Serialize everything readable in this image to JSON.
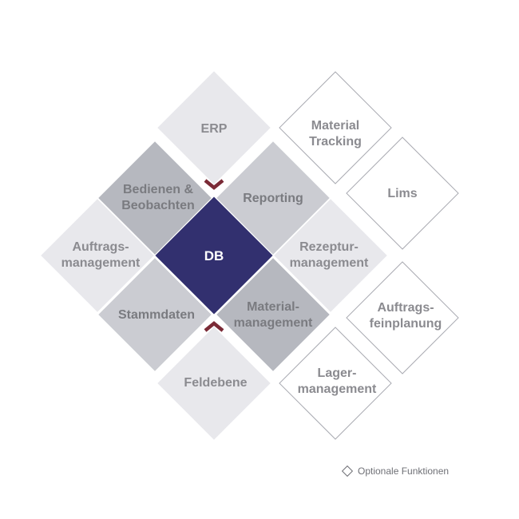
{
  "center": {
    "label": "DB"
  },
  "core_modules": [
    {
      "id": "erp",
      "lines": [
        "ERP"
      ]
    },
    {
      "id": "bedienen",
      "lines": [
        "Bedienen &",
        "Beobachten"
      ]
    },
    {
      "id": "reporting",
      "lines": [
        "Reporting"
      ]
    },
    {
      "id": "auftragsmanagement",
      "lines": [
        "Auftrags-",
        "management"
      ]
    },
    {
      "id": "rezepturmanagement",
      "lines": [
        "Rezeptur-",
        "management"
      ]
    },
    {
      "id": "stammdaten",
      "lines": [
        "Stammdaten"
      ]
    },
    {
      "id": "materialmanagement",
      "lines": [
        "Material-",
        "management"
      ]
    },
    {
      "id": "feldebene",
      "lines": [
        "Feldebene"
      ]
    }
  ],
  "optional_modules": [
    {
      "id": "material-tracking",
      "lines": [
        "Material",
        "Tracking"
      ]
    },
    {
      "id": "lims",
      "lines": [
        "Lims"
      ]
    },
    {
      "id": "auftragsfeinplanung",
      "lines": [
        "Auftrags-",
        "feinplanung"
      ]
    },
    {
      "id": "lagermanagement",
      "lines": [
        "Lager-",
        "management"
      ]
    }
  ],
  "legend": {
    "label": "Optionale Funktionen"
  },
  "colors": {
    "center": "#32306f",
    "accent_chevron": "#7a2a36",
    "light_gray": "#e8e8ec",
    "mid_gray": "#cbccd2",
    "dark_gray": "#b6b8bf",
    "outline": "#a9aab1"
  }
}
